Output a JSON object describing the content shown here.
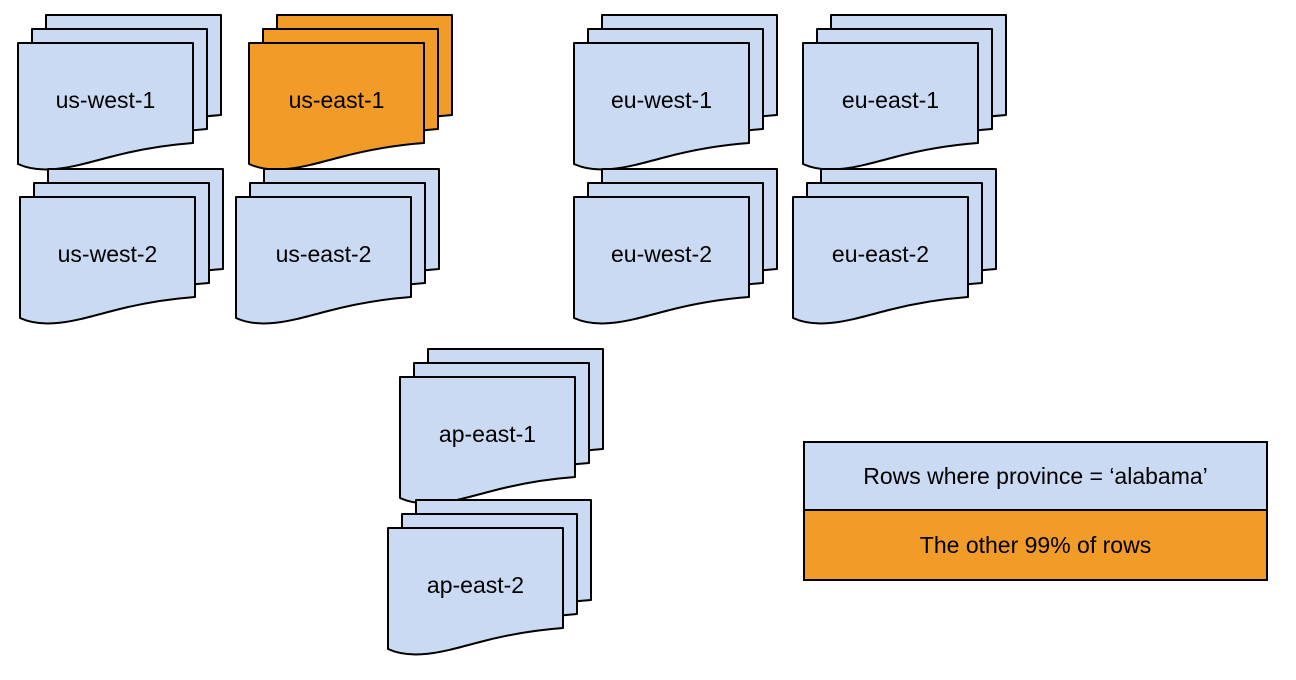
{
  "diagram": {
    "stacks": [
      {
        "label": "us-west-1",
        "highlighted": false
      },
      {
        "label": "us-east-1",
        "highlighted": true
      },
      {
        "label": "eu-west-1",
        "highlighted": false
      },
      {
        "label": "eu-east-1",
        "highlighted": false
      },
      {
        "label": "us-west-2",
        "highlighted": false
      },
      {
        "label": "us-east-2",
        "highlighted": false
      },
      {
        "label": "eu-west-2",
        "highlighted": false
      },
      {
        "label": "eu-east-2",
        "highlighted": false
      },
      {
        "label": "ap-east-1",
        "highlighted": false
      },
      {
        "label": "ap-east-2",
        "highlighted": false
      }
    ],
    "legend": {
      "items": [
        {
          "label": "Rows where province = ‘alabama’",
          "color": "#c9daf2"
        },
        {
          "label": "The other 99% of rows",
          "color": "#f19b28"
        }
      ]
    },
    "colors": {
      "region_fill": "#c9daf2",
      "highlight_fill": "#f19b28",
      "outline": "#000000",
      "text": "#000000",
      "background": "#ffffff"
    }
  }
}
